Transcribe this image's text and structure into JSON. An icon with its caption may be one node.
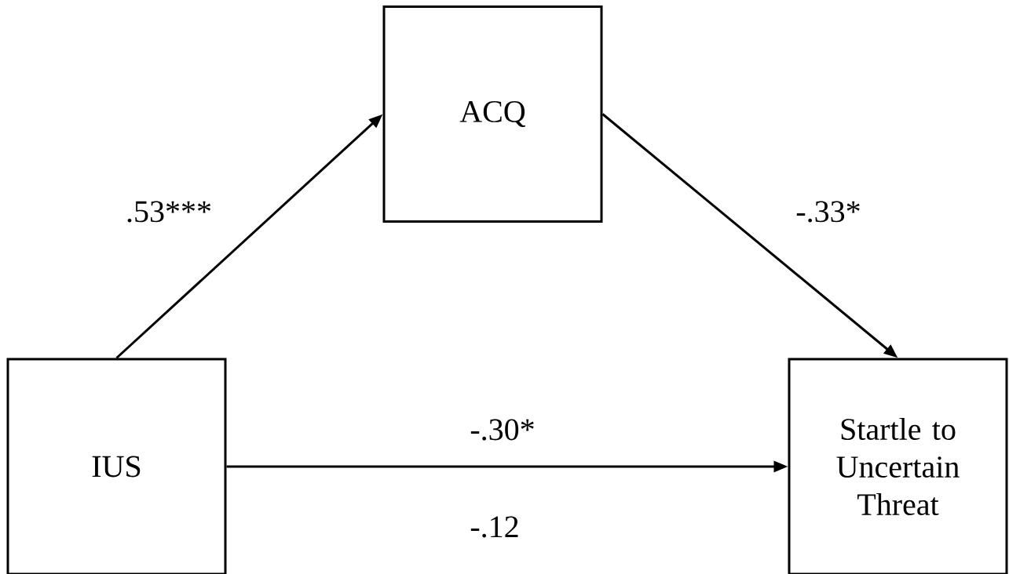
{
  "diagram": {
    "nodes": [
      {
        "text": [
          "IUS"
        ]
      },
      {
        "text": [
          "ACQ"
        ]
      },
      {
        "text": [
          "Startle to Uncertain Threat"
        ]
      }
    ],
    "edges": [
      {
        "from": 0,
        "to": 1,
        "arrow": "to",
        "label": ".53***"
      },
      {
        "from": 1,
        "to": 2,
        "arrow": "to",
        "label": "-.33*"
      },
      {
        "from": 0,
        "to": 2,
        "arrow": "to",
        "label": "-.30*"
      }
    ],
    "labels": [
      "-.12"
    ]
  }
}
